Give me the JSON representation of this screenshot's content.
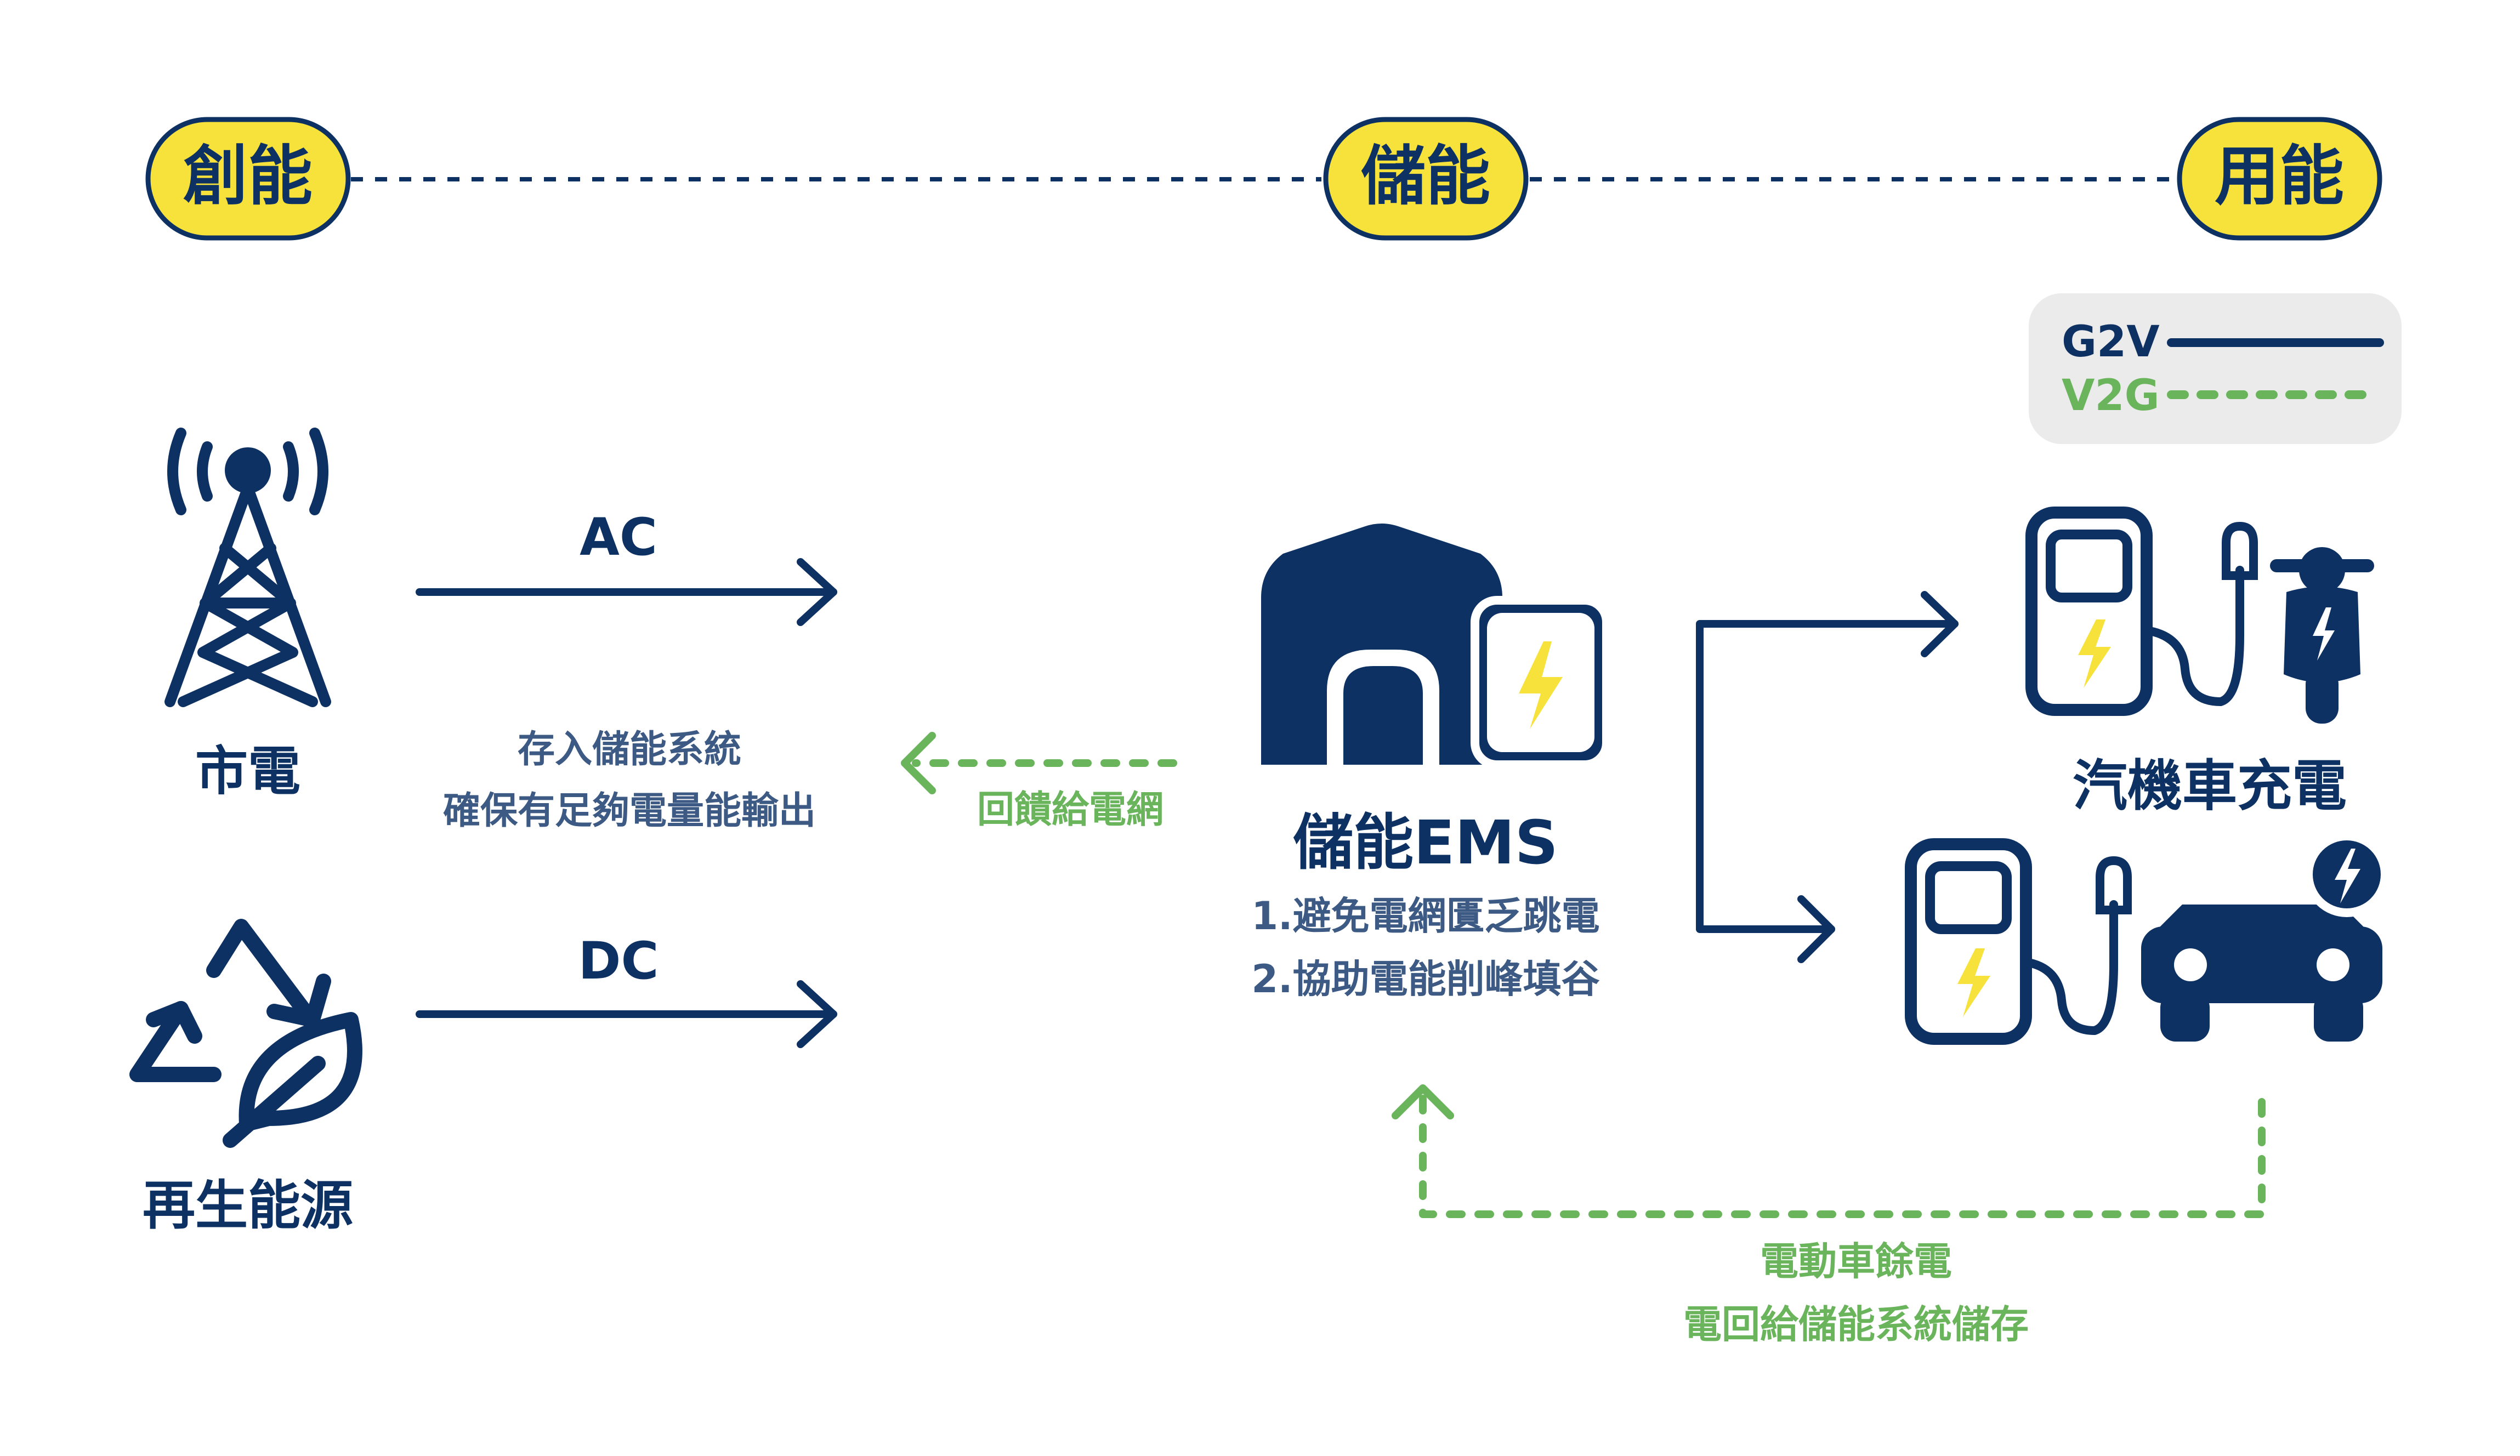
{
  "stages": {
    "create": "創能",
    "store": "儲能",
    "use": "用能"
  },
  "legend": {
    "g2v": "G2V",
    "v2g": "V2G"
  },
  "sources": {
    "grid": "市電",
    "renewable": "再生能源"
  },
  "flows": {
    "ac": "AC",
    "dc": "DC",
    "store_line1": "存入儲能系統",
    "store_line2": "確保有足夠電量能輸出",
    "feedback": "回饋給電網"
  },
  "ems": {
    "title": "儲能EMS",
    "point1": "1.避免電網匱乏跳電",
    "point2": "2.協助電能削峰填谷"
  },
  "charging": {
    "label": "汽機車充電"
  },
  "v2g_return": {
    "line1": "電動車餘電",
    "line2": "電回給儲能系統儲存"
  },
  "colors": {
    "navy": "#0d3163",
    "yellow": "#f6e23a",
    "green": "#6ab45c",
    "gray": "#ebebeb"
  }
}
